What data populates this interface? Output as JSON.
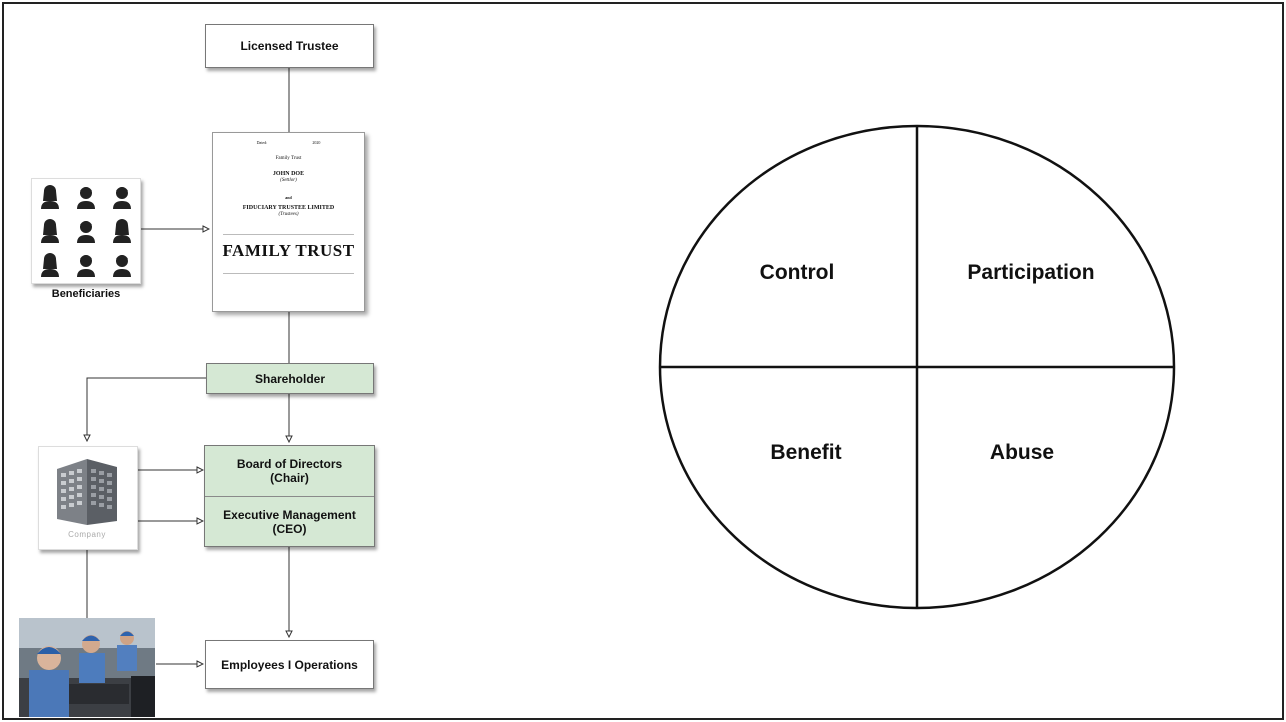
{
  "org_chart": {
    "licensed_trustee": "Licensed Trustee",
    "beneficiaries": "Beneficiaries",
    "shareholder": "Shareholder",
    "board_title": "Board of Directors",
    "board_sub": "(Chair)",
    "exec_title": "Executive Management",
    "exec_sub": "(CEO)",
    "company": "Company",
    "employees": "Employees I Operations"
  },
  "trust_deed": {
    "dated": "Dated:",
    "year": "2020",
    "small_title": "Family Trust",
    "settlor_name": "JOHN DOE",
    "settlor_role": "(Settlor)",
    "and": "and",
    "trustee_name": "FIDUCIARY TRUSTEE LIMITED",
    "trustee_role": "(Trustees)",
    "big_title": "FAMILY TRUST"
  },
  "quadrants": {
    "top_left": "Control",
    "top_right": "Participation",
    "bottom_left": "Benefit",
    "bottom_right": "Abuse"
  },
  "colors": {
    "green_box": "#d5e8d4",
    "line": "#333333"
  }
}
